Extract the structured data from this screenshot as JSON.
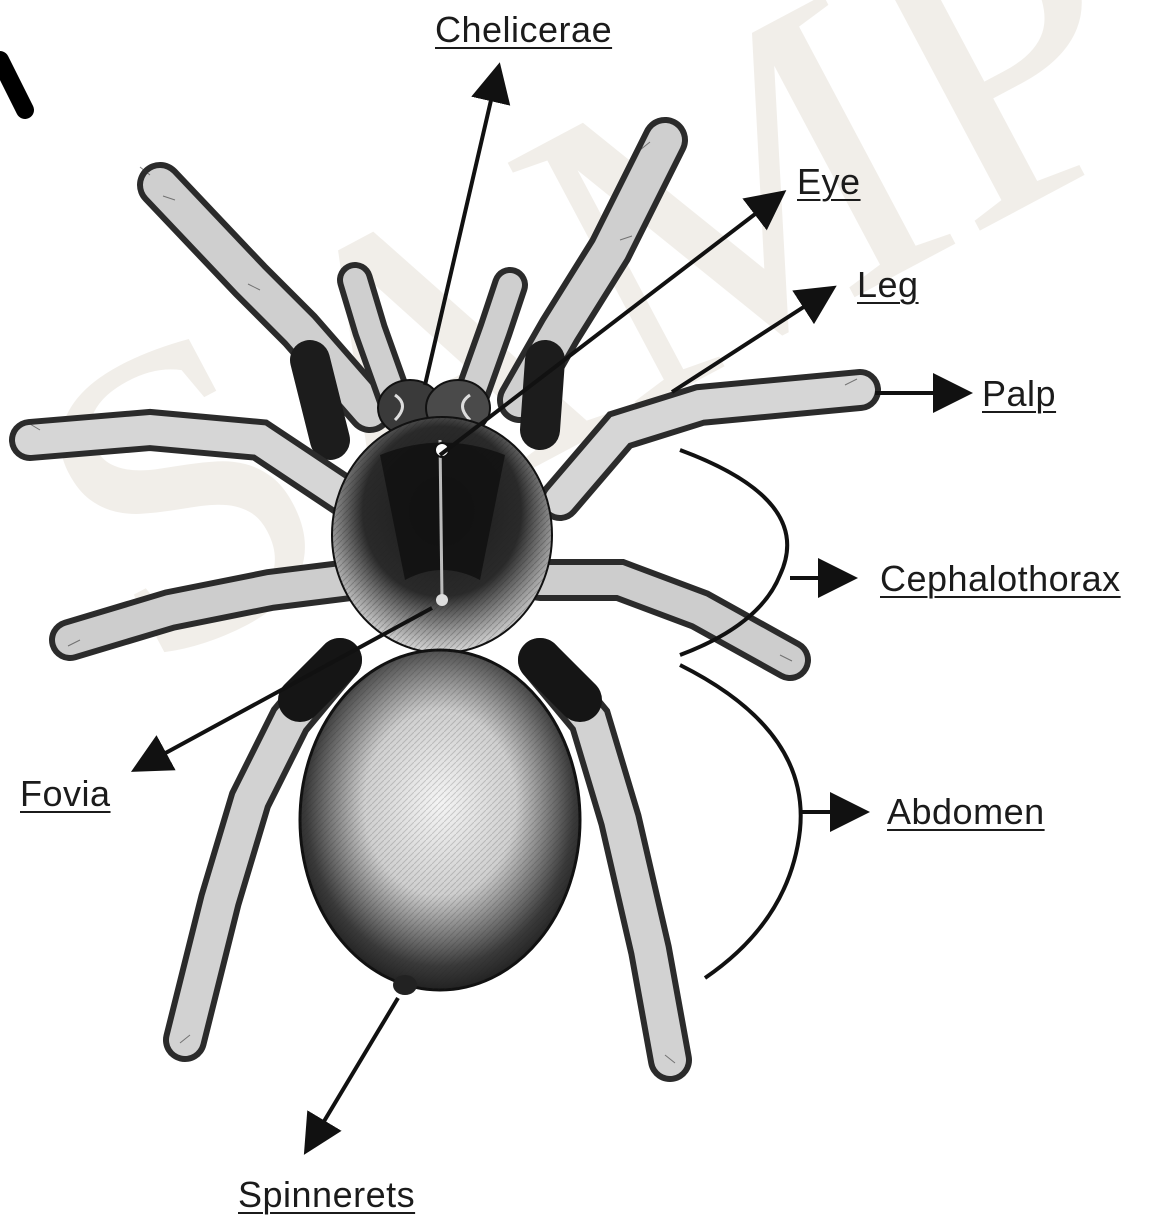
{
  "diagram": {
    "labels": {
      "chelicerae": "Chelicerae",
      "eye": "Eye",
      "leg": "Leg",
      "palp": "Palp",
      "cephalothorax": "Cephalothorax",
      "abdomen": "Abdomen",
      "fovia": "Fovia",
      "spinnerets": "Spinnerets"
    },
    "watermark_text": "SAMPLE"
  },
  "colors": {
    "ink": "#111111",
    "label": "#1b1b1b",
    "watermark": "#e6e1d8",
    "background": "#ffffff"
  }
}
